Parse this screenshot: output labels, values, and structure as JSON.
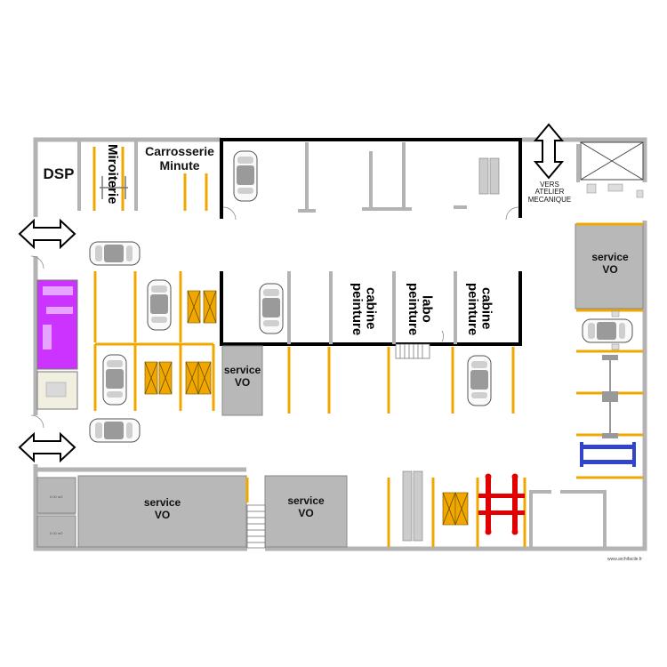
{
  "labels": {
    "dsp": "DSP",
    "miroiterie": "Miroiterie",
    "carrosserie": "Carrosserie\nMinute",
    "vers_atelier": "VERS\nATELIER\nMECANIQUE",
    "service_vo": "service\nVO",
    "cabine_peinture": "cabine\npeinture",
    "labo_peinture": "labo\npeinture",
    "small_room_a": "0.00 m2",
    "small_room_b": "0.00 m2",
    "credit": "www.archifacile.fr"
  },
  "colors": {
    "wall": "#b3b3b3",
    "wall_black": "#000000",
    "parking_line": "#f0a800",
    "service_fill": "#b8b8b8",
    "dsp_purple": "#cc33ff",
    "lift_red": "#e00000",
    "lift_blue": "#3344cc",
    "car_body": "#ffffff",
    "car_glass": "#999999"
  }
}
